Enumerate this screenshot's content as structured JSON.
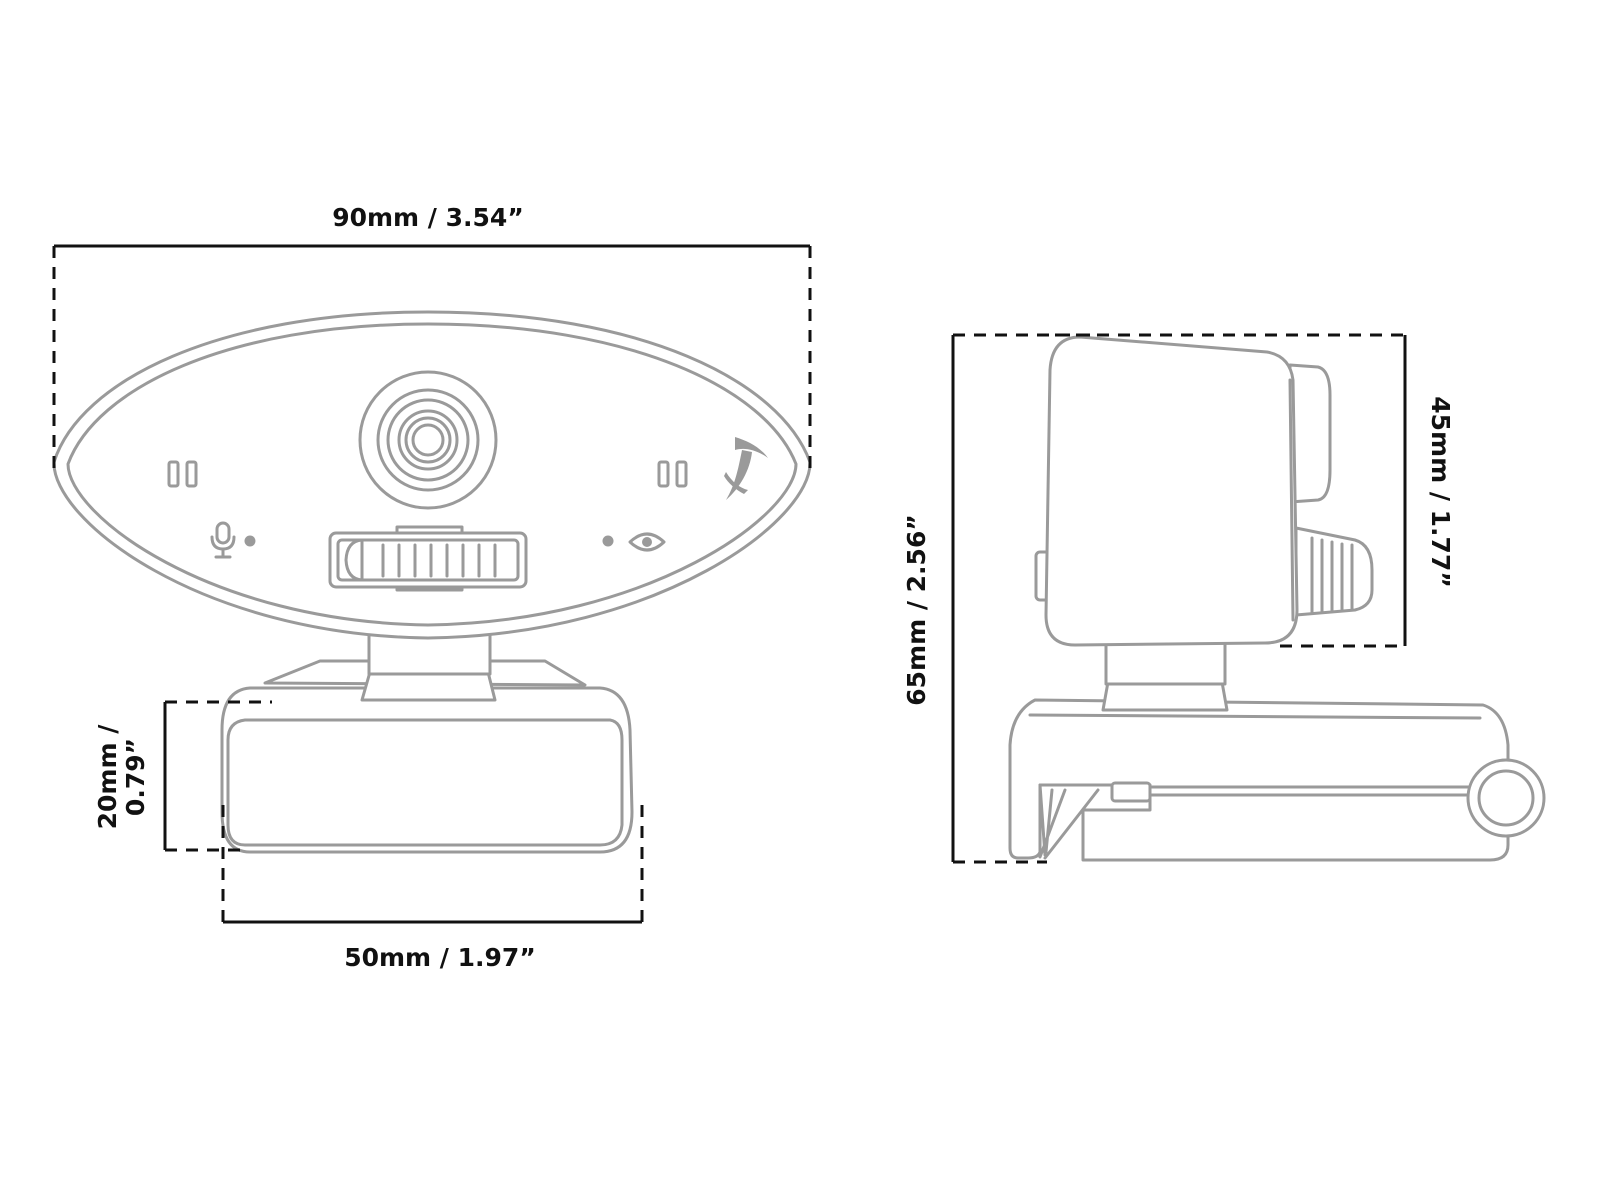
{
  "dimensions": {
    "width": "90mm / 3.54”",
    "base_width": "50mm / 1.97”",
    "base_height_line1": "20mm /",
    "base_height_line2": "0.79”",
    "total_height": "65mm / 2.56”",
    "head_height": "45mm / 1.77”"
  },
  "colors": {
    "outline": "#9a9a9a",
    "dimension": "#111111",
    "background": "#ffffff"
  },
  "icons": {
    "microphone": "microphone-icon",
    "privacy_eye": "eye-icon",
    "brand_logo": "brand-logo-icon"
  }
}
